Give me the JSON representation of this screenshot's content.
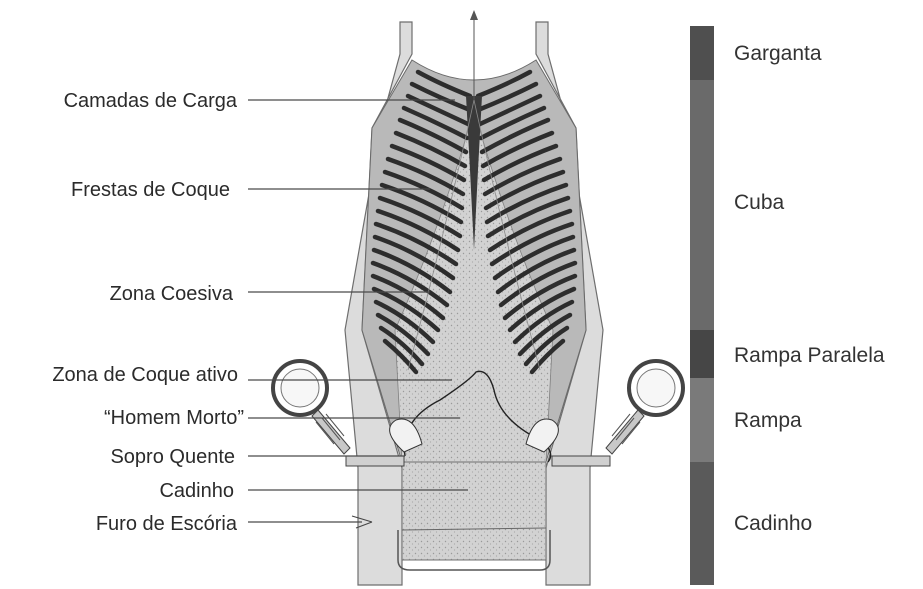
{
  "diagram": {
    "left_labels": [
      "Camadas de Carga",
      "Frestas de Coque",
      "Zona Coesiva",
      "Zona de Coque ativo",
      "“Homem Morto”",
      "Sopro Quente",
      "Cadinho",
      "Furo de Escória"
    ],
    "zones": [
      "Garganta",
      "Cuba",
      "Rampa Paralela",
      "Rampa",
      "Cadinho"
    ]
  }
}
